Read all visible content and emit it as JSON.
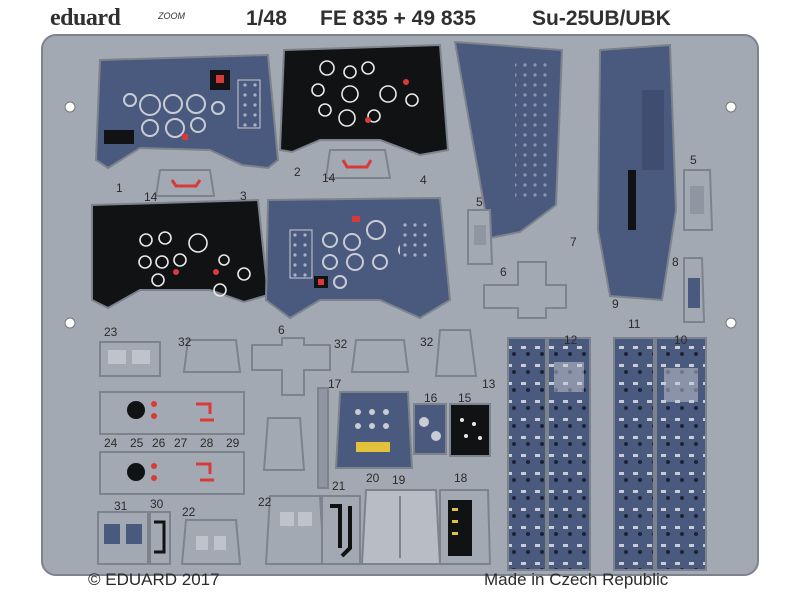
{
  "header": {
    "brand": "eduard",
    "brand_sub": "ZOOM",
    "scale": "1/48",
    "product_code": "FE 835 + 49 835",
    "aircraft": "Su-25UB/UBK"
  },
  "footer": {
    "copyright": "© EDUARD 2017",
    "origin": "Made in Czech Republic"
  },
  "part_numbers": [
    "1",
    "14",
    "2",
    "14",
    "3",
    "4",
    "5",
    "6",
    "7",
    "5",
    "8",
    "9",
    "11",
    "10",
    "12",
    "23",
    "32",
    "6",
    "32",
    "32",
    "13",
    "17",
    "16",
    "15",
    "24",
    "25",
    "26",
    "27",
    "28",
    "29",
    "31",
    "30",
    "22",
    "22",
    "21",
    "20",
    "19",
    "18"
  ],
  "colors": {
    "fret": "#a3a9b2",
    "fret_edge": "#7d838c",
    "panel_blue": "#4a5a7e",
    "panel_black": "#111214",
    "accent_red": "#d83a3a",
    "accent_yellow": "#e2c23a"
  }
}
